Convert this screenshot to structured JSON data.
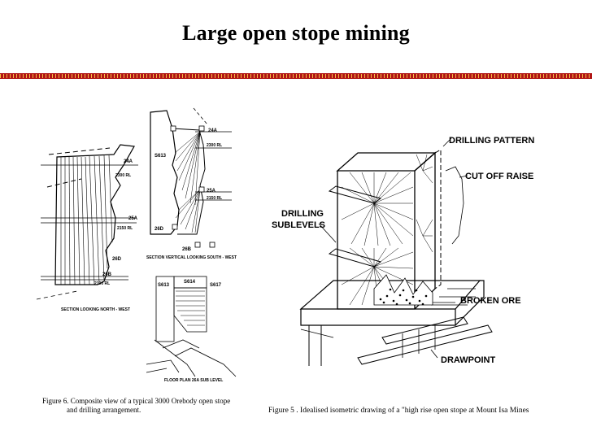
{
  "title": "Large open stope mining",
  "left_figure": {
    "section_north_west": {
      "levels": [
        "24A",
        "25A",
        "26D",
        "26B"
      ],
      "rls": [
        "2300 RL",
        "2150 RL",
        "2100 RL"
      ],
      "caption": "SECTION LOOKING NORTH - WEST"
    },
    "section_south_west": {
      "levels": [
        "24A",
        "S613",
        "25A",
        "26D",
        "26B"
      ],
      "rls": [
        "2300 RL",
        "2150 RL"
      ],
      "caption": "SECTION VERTICAL LOOKING SOUTH - WEST"
    },
    "floor_plan": {
      "stopes": [
        "S613",
        "S614",
        "S617"
      ],
      "caption": "FLOOR PLAN 26A SUB LEVEL"
    },
    "caption_line1": "Figure 6.  Composite view of a typical 3000 Orebody open stope",
    "caption_line2": "and drilling arrangement."
  },
  "right_figure": {
    "labels": {
      "drilling_pattern": "DRILLING PATTERN",
      "cut_off_raise": "CUT OFF RAISE",
      "drilling_sublevels_1": "DRILLING",
      "drilling_sublevels_2": "SUBLEVELS",
      "broken_ore": "BROKEN ORE",
      "drawpoint": "DRAWPOINT"
    },
    "caption": "Figure 5    .  Idealised isometric drawing of  a \"high rise open stope at Mount Isa Mines"
  },
  "colors": {
    "band": "#b01515",
    "band_dots": "#ffd24a",
    "ink": "#000000"
  }
}
